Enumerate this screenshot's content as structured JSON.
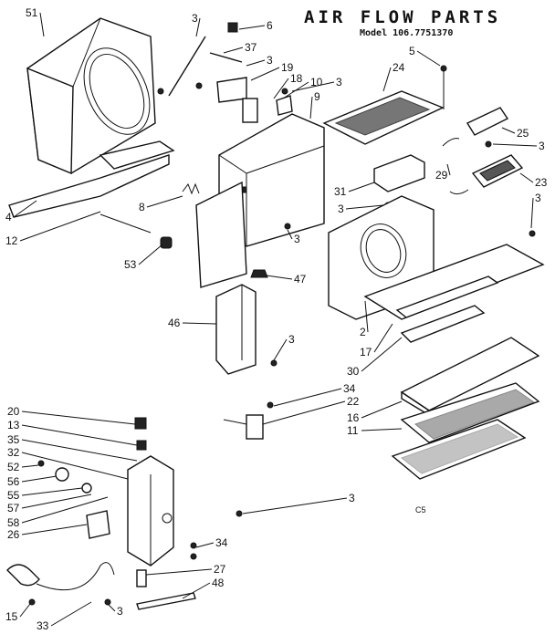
{
  "title": "AIR FLOW PARTS",
  "model": "Model 106.7751370",
  "footnote": "C5",
  "labels": [
    "51",
    "3",
    "6",
    "37",
    "3",
    "19",
    "18",
    "10",
    "3",
    "9",
    "5",
    "24",
    "25",
    "3",
    "29",
    "23",
    "31",
    "3",
    "3",
    "8",
    "4",
    "12",
    "53",
    "3",
    "47",
    "46",
    "3",
    "2",
    "17",
    "30",
    "34",
    "22",
    "16",
    "11",
    "20",
    "13",
    "35",
    "32",
    "52",
    "56",
    "55",
    "57",
    "58",
    "26",
    "3",
    "34",
    "27",
    "48",
    "15",
    "3",
    "33"
  ]
}
